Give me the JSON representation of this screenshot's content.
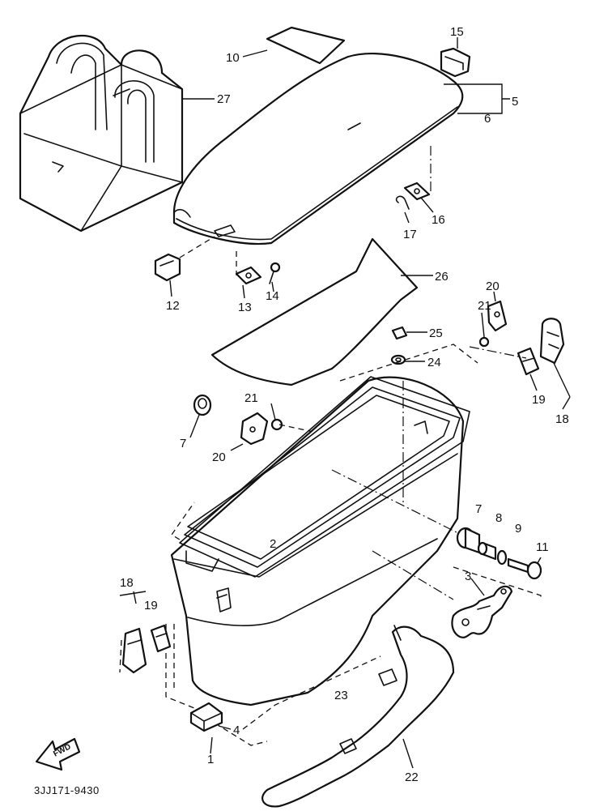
{
  "diagram_code": "3JJ171-9430",
  "fwd_label": "FWD",
  "callouts": {
    "c1": "1",
    "c2": "2",
    "c3": "3",
    "c4": "4",
    "c5": "5",
    "c6": "6",
    "c7a": "7",
    "c7b": "7",
    "c8": "8",
    "c9": "9",
    "c10": "10",
    "c11": "11",
    "c12": "12",
    "c13": "13",
    "c14": "14",
    "c15": "15",
    "c16": "16",
    "c17": "17",
    "c18a": "18",
    "c18b": "18",
    "c19a": "19",
    "c19b": "19",
    "c20a": "20",
    "c20b": "20",
    "c21a": "21",
    "c21b": "21",
    "c22": "22",
    "c23": "23",
    "c24": "24",
    "c25": "25",
    "c26": "26",
    "c27": "27"
  },
  "icons": {
    "inner_bag": "bag-icon",
    "lid": "lid-icon",
    "case": "case-body-icon",
    "forward_arrow": "arrow-icon"
  }
}
